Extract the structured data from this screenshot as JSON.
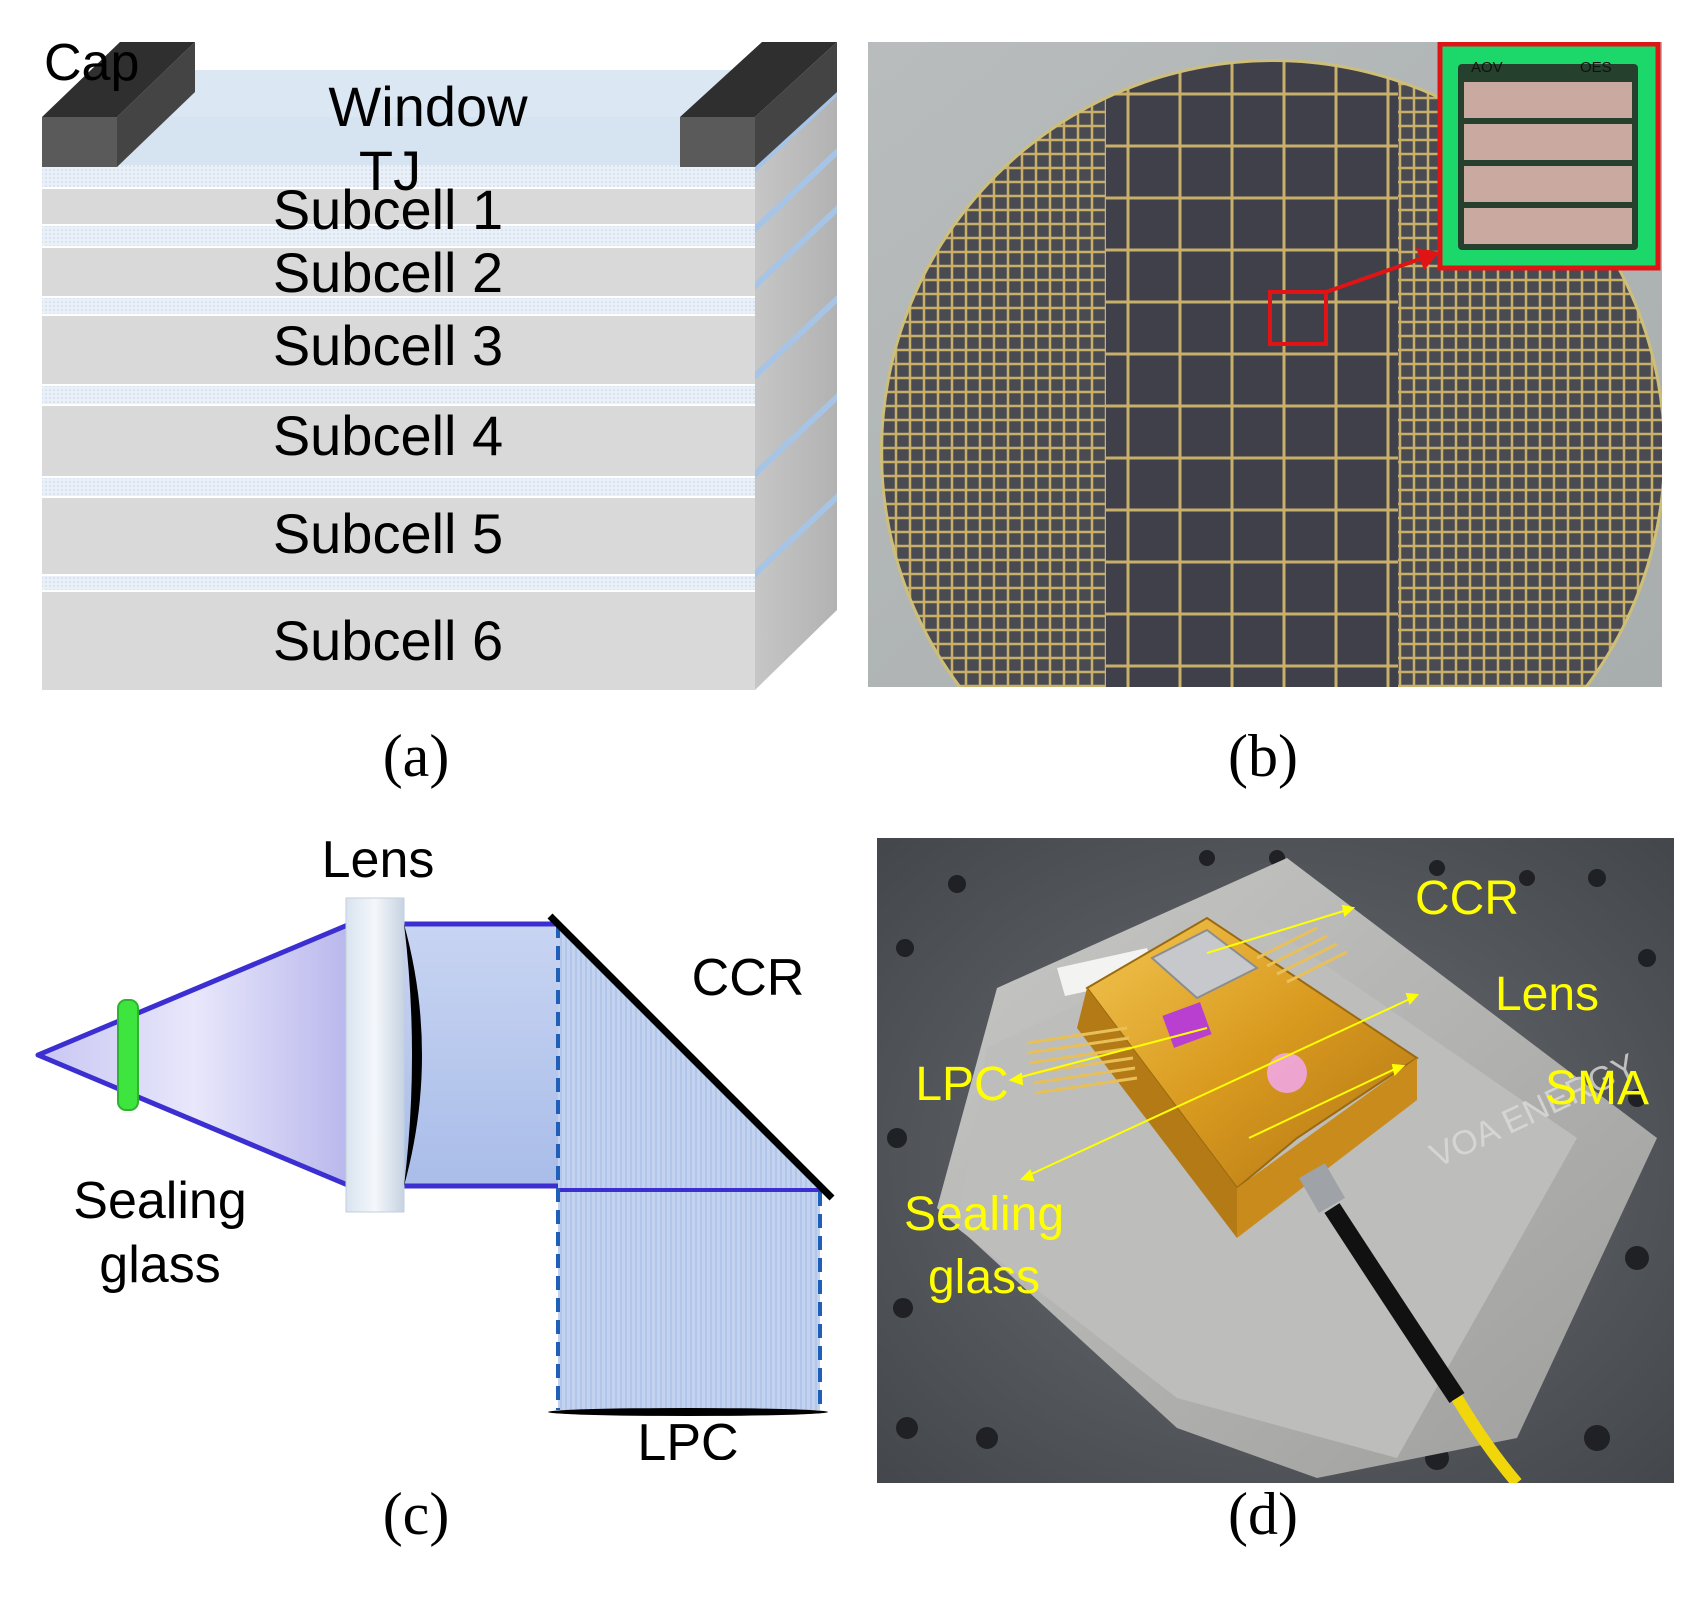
{
  "panels": {
    "a": {
      "label": "(a)",
      "layers": {
        "cap": "Cap",
        "window": "Window",
        "tj": "TJ",
        "subcells": [
          "Subcell 1",
          "Subcell 2",
          "Subcell 3",
          "Subcell 4",
          "Subcell 5",
          "Subcell 6"
        ]
      }
    },
    "b": {
      "label": "(b)",
      "inset_text_left": "AOV",
      "inset_text_right": "OES"
    },
    "c": {
      "label": "(c)",
      "lens": "Lens",
      "ccr": "CCR",
      "sealing_glass_line1": "Sealing",
      "sealing_glass_line2": "glass",
      "lpc": "LPC"
    },
    "d": {
      "label": "(d)",
      "ccr": "CCR",
      "lens": "Lens",
      "lpc": "LPC",
      "sma": "SMA",
      "sealing_glass_line1": "Sealing",
      "sealing_glass_line2": "glass",
      "brand": "VOA ENERGY"
    }
  },
  "colors": {
    "cap": "#5a5a5a",
    "window": "#d6e4f2",
    "subcell": "#d9d9d9",
    "tj": "#c9dcf0",
    "beam": "#3b2fd1",
    "annotation_yellow": "#ffff00",
    "sealing_glass": "#3ee53e",
    "highlight_red": "#e01414"
  }
}
